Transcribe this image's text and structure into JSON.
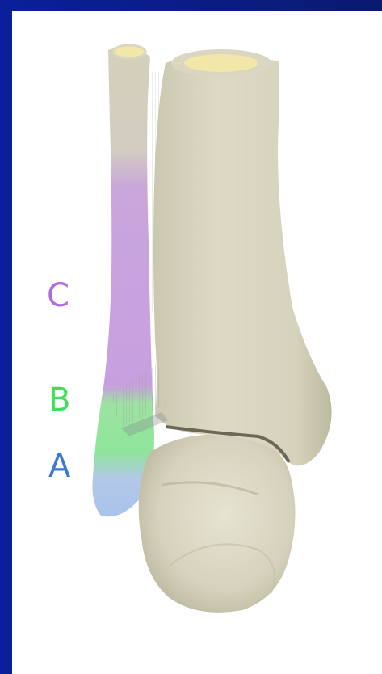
{
  "labels": {
    "c": "C",
    "b": "B",
    "a": "A"
  },
  "colors": {
    "background_frame": "#0a1f8f",
    "panel": "#ffffff",
    "bone": "#d9d6c2",
    "bone_shadow": "#b9b59c",
    "marrow": "#f2e6a8",
    "zone_c": "#b56be0",
    "zone_b": "#3ee05a",
    "zone_a": "#3b78d6",
    "zone_c_fill": "#c99be0",
    "zone_b_fill": "#8ee59a",
    "zone_a_fill": "#a9c3ea"
  }
}
